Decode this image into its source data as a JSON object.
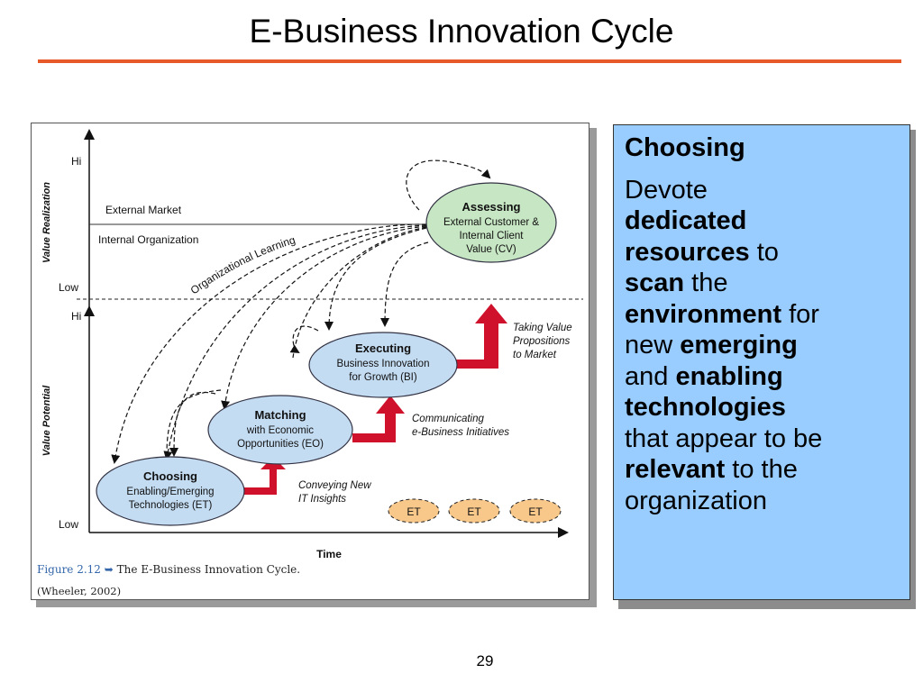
{
  "slide": {
    "title": "E-Business Innovation Cycle",
    "page_number": "29",
    "accent_color": "#e8592a"
  },
  "figure": {
    "caption_number": "Figure 2.12",
    "caption_arrow": "➥",
    "caption_text": "The E-Business Innovation Cycle.",
    "caption_source": "(Wheeler, 2002)",
    "y_axis_top": "Value Realization",
    "y_axis_bottom": "Value Potential",
    "x_axis": "Time",
    "hi_top": "Hi",
    "low_top": "Low",
    "hi_bottom": "Hi",
    "low_bottom": "Low",
    "external_market": "External Market",
    "internal_organization": "Internal Organization",
    "org_learning": "Organizational Learning",
    "nodes": {
      "assessing": {
        "title": "Assessing",
        "lines": [
          "External Customer &",
          "Internal Client",
          "Value (CV)"
        ]
      },
      "executing": {
        "title": "Executing",
        "lines": [
          "Business Innovation",
          "for Growth (BI)"
        ]
      },
      "matching": {
        "title": "Matching",
        "lines": [
          "with Economic",
          "Opportunities (EO)"
        ]
      },
      "choosing": {
        "title": "Choosing",
        "lines": [
          "Enabling/Emerging",
          "Technologies (ET)"
        ]
      }
    },
    "annotations": {
      "taking_value": [
        "Taking Value",
        "Propositions",
        "to Market"
      ],
      "communicating": [
        "Communicating",
        "e-Business Initiatives"
      ],
      "conveying": [
        "Conveying New",
        "IT Insights"
      ]
    },
    "et_labels": [
      "ET",
      "ET",
      "ET"
    ]
  },
  "panel": {
    "heading": "Choosing",
    "t1": "Devote",
    "t2": "dedicated",
    "t3": "resources",
    "t4": " to",
    "t5": "scan",
    "t6": " the",
    "t7": "environment",
    "t8": " for",
    "t9": "new ",
    "t10": "emerging",
    "t11": "and ",
    "t12": "enabling",
    "t13": "technologies",
    "t14": "that appear to be",
    "t15": "relevant",
    "t16": " to the",
    "t17": "organization"
  }
}
